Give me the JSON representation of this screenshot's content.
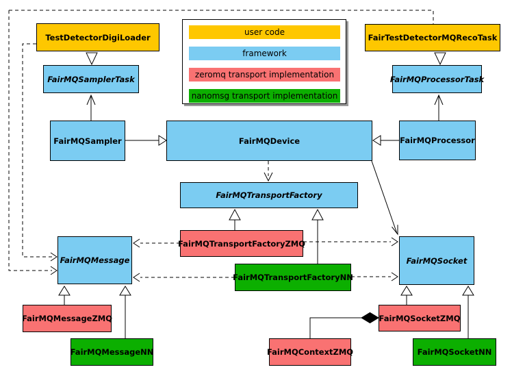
{
  "colors": {
    "user_code": "#FEC700",
    "framework": "#7BCCF2",
    "zeromq": "#F97272",
    "nanomsg": "#0CAF00"
  },
  "legend": {
    "items": [
      {
        "label": "user code"
      },
      {
        "label": "framework"
      },
      {
        "label": "zeromq transport implementation"
      },
      {
        "label": "nanomsg transport implementation"
      }
    ]
  },
  "nodes": {
    "digiLoader": {
      "label": "TestDetectorDigiLoader"
    },
    "samplerTask": {
      "label": "FairMQSamplerTask"
    },
    "sampler": {
      "label": "FairMQSampler"
    },
    "device": {
      "label": "FairMQDevice"
    },
    "processor": {
      "label": "FairMQProcessor"
    },
    "processorTask": {
      "label": "FairMQProcessorTask"
    },
    "recoTask": {
      "label": "FairTestDetectorMQRecoTask"
    },
    "transportFactory": {
      "label": "FairMQTransportFactory"
    },
    "transportFactoryZMQ": {
      "label": "FairMQTransportFactoryZMQ"
    },
    "transportFactoryNN": {
      "label": "FairMQTransportFactoryNN"
    },
    "message": {
      "label": "FairMQMessage"
    },
    "messageZMQ": {
      "label": "FairMQMessageZMQ"
    },
    "messageNN": {
      "label": "FairMQMessageNN"
    },
    "socket": {
      "label": "FairMQSocket"
    },
    "socketZMQ": {
      "label": "FairMQSocketZMQ"
    },
    "contextZMQ": {
      "label": "FairMQContextZMQ"
    },
    "socketNN": {
      "label": "FairMQSocketNN"
    }
  }
}
